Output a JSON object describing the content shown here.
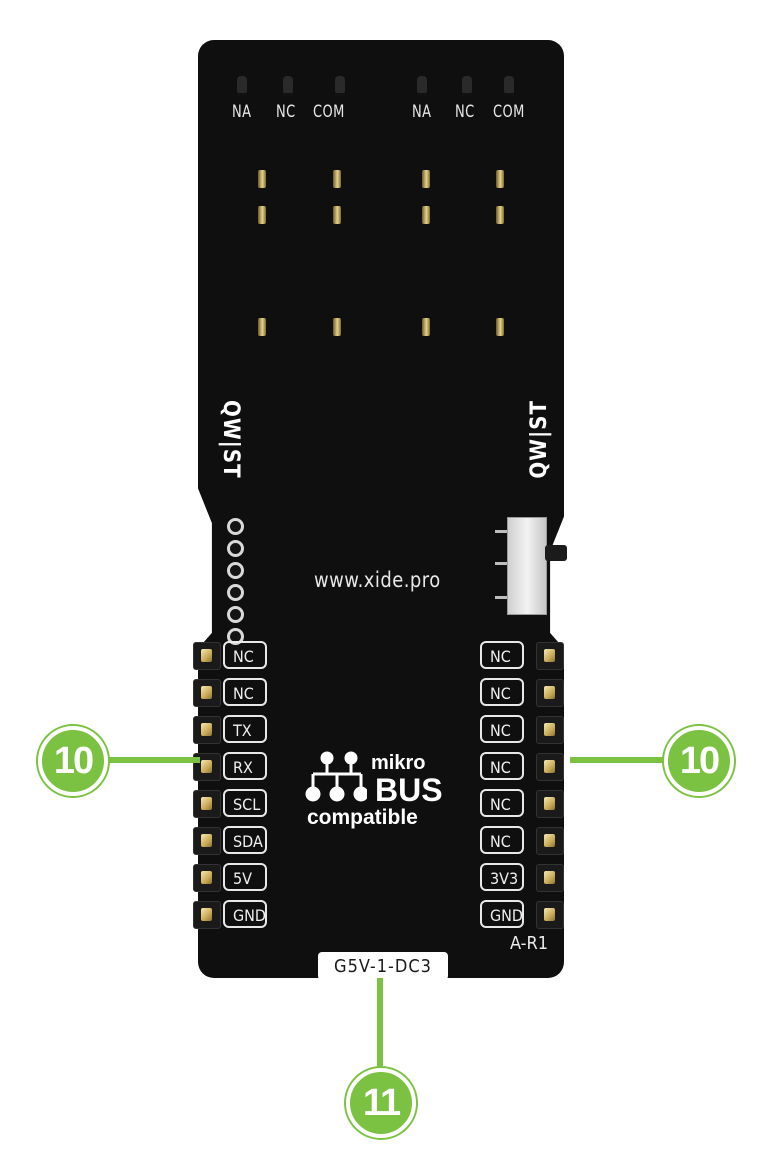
{
  "board": {
    "relay_labels": [
      "NA",
      "NC",
      "COM",
      "NA",
      "NC",
      "COM"
    ],
    "qwst_left": "QW|ST",
    "qwst_right": "QW|ST",
    "url": "www.xide.pro",
    "left_pins": [
      "NC",
      "NC",
      "TX",
      "RX",
      "SCL",
      "SDA",
      "5V",
      "GND"
    ],
    "right_pins": [
      "NC",
      "NC",
      "NC",
      "NC",
      "NC",
      "NC",
      "3V3",
      "GND"
    ],
    "logo": {
      "small": "mikro",
      "big": "BUS",
      "sub": "compatible"
    },
    "part_number": "G5V-1-DC3",
    "revision": "A-R1"
  },
  "callouts": {
    "left": "10",
    "right": "10",
    "bottom": "11"
  },
  "colors": {
    "callout": "#7cc242",
    "board": "#0f0f0f",
    "silkscreen": "#ffffff"
  }
}
